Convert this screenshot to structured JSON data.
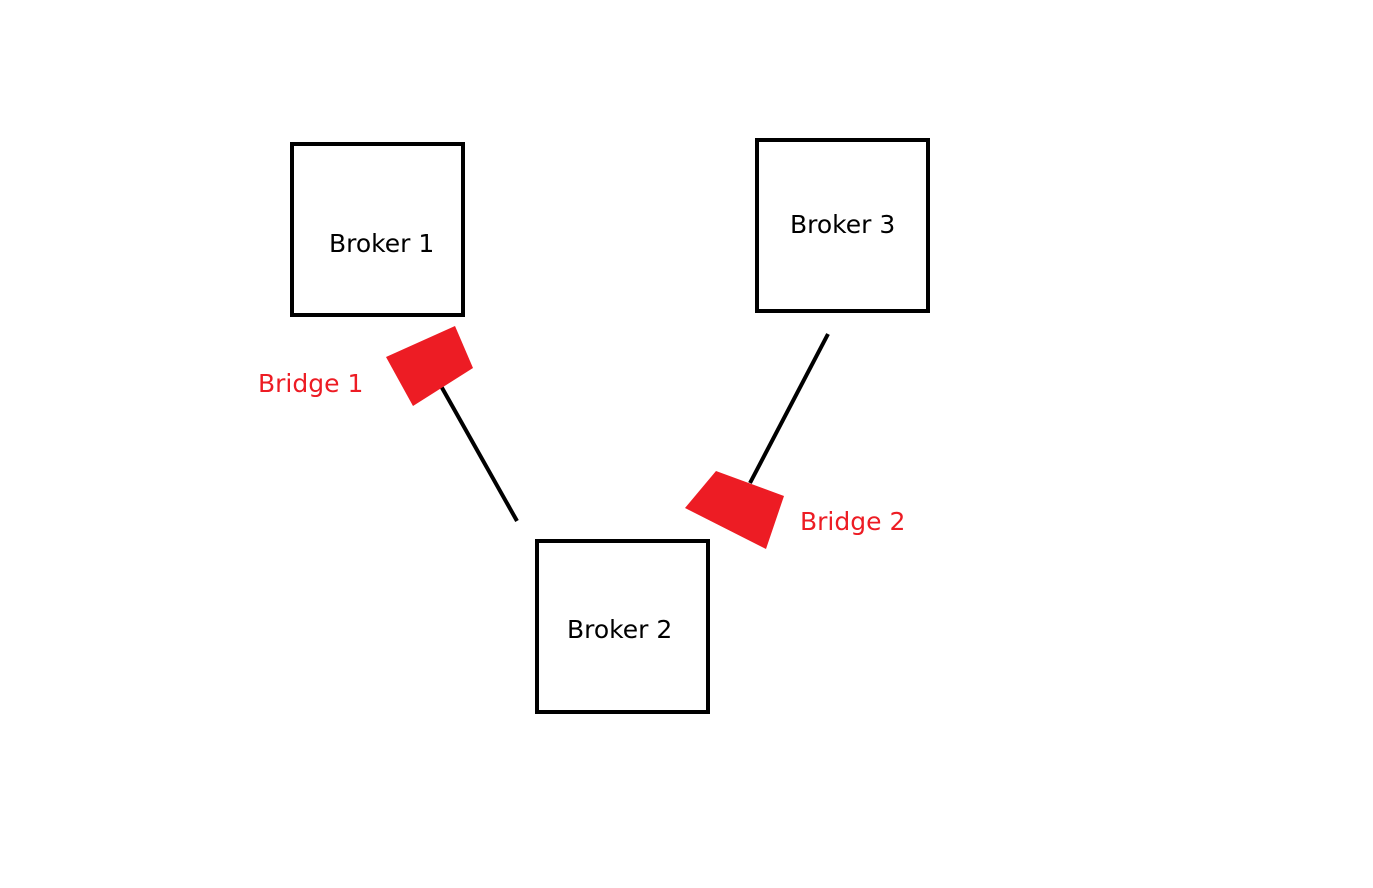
{
  "diagram": {
    "colors": {
      "box_border": "#000000",
      "connector": "#000000",
      "bridge": "#ed1c24",
      "bridge_text": "#ed1c24",
      "background": "#ffffff"
    },
    "brokers": [
      {
        "label": "Broker 1"
      },
      {
        "label": "Broker 2"
      },
      {
        "label": "Broker 3"
      }
    ],
    "bridges": [
      {
        "label": "Bridge 1",
        "connects": [
          "Broker 1",
          "Broker 2"
        ]
      },
      {
        "label": "Bridge 2",
        "connects": [
          "Broker 2",
          "Broker 3"
        ]
      }
    ]
  }
}
